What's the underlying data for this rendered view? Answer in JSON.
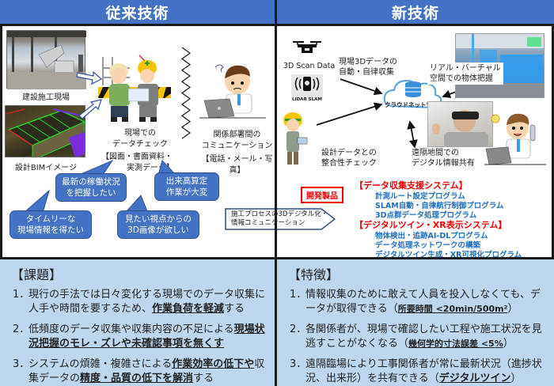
{
  "headers": {
    "left": "従来技術",
    "right": "新技術"
  },
  "conventional": {
    "photo_site_caption": "建設施工現場",
    "photo_bim_caption": "設計BIMイメージ",
    "onsite_check": {
      "line1": "現場での",
      "line2": "データチェック",
      "line3": "【図面・書面資料・",
      "line4": "実測データ】"
    },
    "communication": {
      "line1": "関係部署間の",
      "line2": "コミュニケーション",
      "line3": "【電話・メール・写真】"
    },
    "bubbles": [
      {
        "line1": "最新の稼働状況",
        "line2": "を把握したい"
      },
      {
        "line1": "出来高算定",
        "line2": "作業が大変"
      },
      {
        "line1": "タイムリーな",
        "line2": "現場情報を得たい"
      },
      {
        "line1": "見たい視点からの",
        "line2": "3D画像が欲しい"
      }
    ],
    "process_arrow": {
      "line1": "施工プロセスの3Dデジタル化・",
      "line2": "情報コミュニケーション"
    }
  },
  "new_tech": {
    "scan_label": "3D Scan Data",
    "lidar_label": "LIDAR SLAM",
    "auto_collect": {
      "line1": "現場3Dデータの",
      "line2": "自動・自律収集"
    },
    "cloud_label": "クラウドネットワーク",
    "vr_label": {
      "line1": "リアル・バーチャル",
      "line2": "空間での物体把握"
    },
    "design_check": {
      "line1": "設計データとの",
      "line2": "整合性チェック"
    },
    "remote_share": {
      "line1": "遠隔地間での",
      "line2": "デジタル情報共有"
    },
    "dev_products_label": "開発製品",
    "product_groups": [
      {
        "title": "【データ収集支援システム】",
        "items": [
          "計測ルート設定プログラム",
          "SLAM自動・自律航行制御プログラム",
          "3D点群データ処理プログラム"
        ]
      },
      {
        "title": "【デジタルツイン・XR表示システム】",
        "items": [
          "物体検出・追跡AI-DLプログラム",
          "データ処理ネットワークの構築",
          "デジタルツイン生成・XR可視化プログラム"
        ]
      }
    ]
  },
  "issues": {
    "title": "【課題】",
    "items": [
      {
        "num": "1．",
        "pre": "現行の手法では日々変化する現場でのデータ収集に人手や時間を要するため、",
        "bold": "作業負荷を軽減",
        "post": "する",
        "bold2": "",
        "post2": ""
      },
      {
        "num": "2．",
        "pre": "低頻度のデータ収集や収集内容の不足による",
        "bold": "現場状況把握のモレ・ズレや未確認事項を無くす",
        "post": "",
        "bold2": "",
        "post2": ""
      },
      {
        "num": "3．",
        "pre": "システムの煩雑・複雑さによる",
        "bold": "作業効率の低下や",
        "post": "収集データの",
        "bold2": "精度・品質の低下を解消",
        "post2": "する"
      }
    ]
  },
  "features": {
    "title": "【特徴】",
    "items": [
      {
        "num": "1．",
        "pre": "情報収集のために敢えて人員を投入しなくても、データが取得できる（",
        "bold": "所要時間 <20min/500m²",
        "post": "）"
      },
      {
        "num": "2．",
        "pre": "各関係者が、現場で確認したい工程や施工状況を見逃すことがなくなる（",
        "bold": "幾何学的寸法誤差 <5%",
        "post": "）"
      },
      {
        "num": "3．",
        "pre": "遠隔臨場により工事関係者が常に最新状況（進捗状況、出来形）を共有できる（",
        "bold": "デジタルツイン",
        "post": "）"
      }
    ]
  },
  "colors": {
    "header_blue": "#4472c4",
    "panel_light_blue": "#bdd7ee",
    "product_red": "#ee0000",
    "product_blue": "#1f6fc4"
  }
}
